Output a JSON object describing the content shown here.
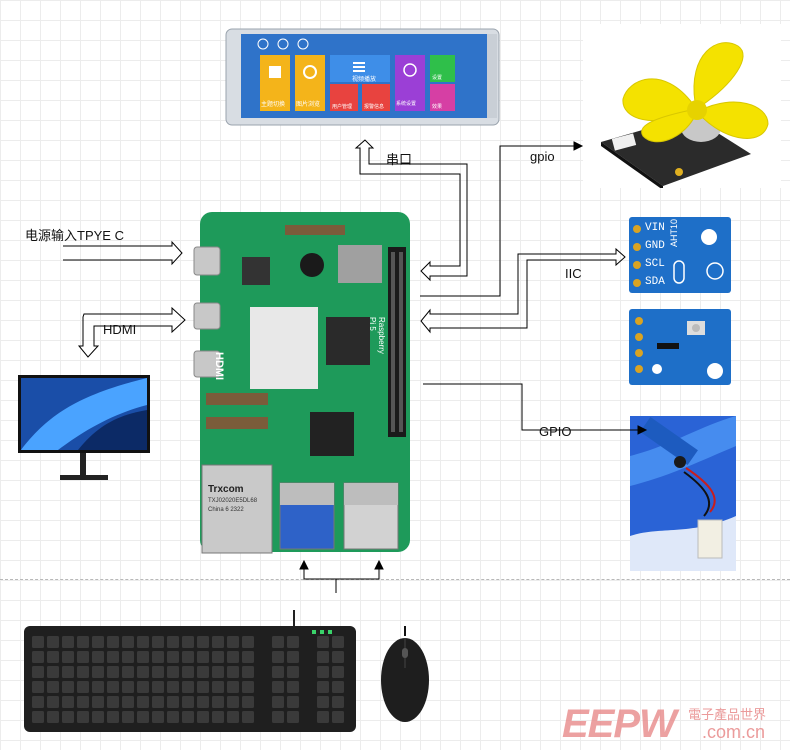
{
  "labels": {
    "serial": "串口",
    "gpio_fan": "gpio",
    "power": "电源输入TPYE C",
    "hdmi": "HDMI",
    "iic": "IIC",
    "gpio_sensor": "GPIO"
  },
  "screen_tiles": [
    "主题切换",
    "图片浏览",
    "视频播放",
    "用户管理",
    "报警信息",
    "系统设置",
    "设置",
    "效果"
  ],
  "board_text": {
    "hdmi": "HDMI",
    "brand": "Raspberry Pi 5",
    "chip": "Trxcom",
    "chip_sub": "TXJ02020E5DL68",
    "chip_sub2": "China 6 2322"
  },
  "sensor_pins": [
    "VIN",
    "GND",
    "SCL",
    "SDA"
  ],
  "sensor_model": "AHT10",
  "watermark": {
    "logo": "EEPW",
    "cn": "電子產品世界",
    "url": ".com.cn"
  },
  "colors": {
    "board": "#1e9a5a",
    "sensor_board": "#1e6fc8",
    "fan": "#f4e200",
    "watermark": "#e88a8a"
  }
}
